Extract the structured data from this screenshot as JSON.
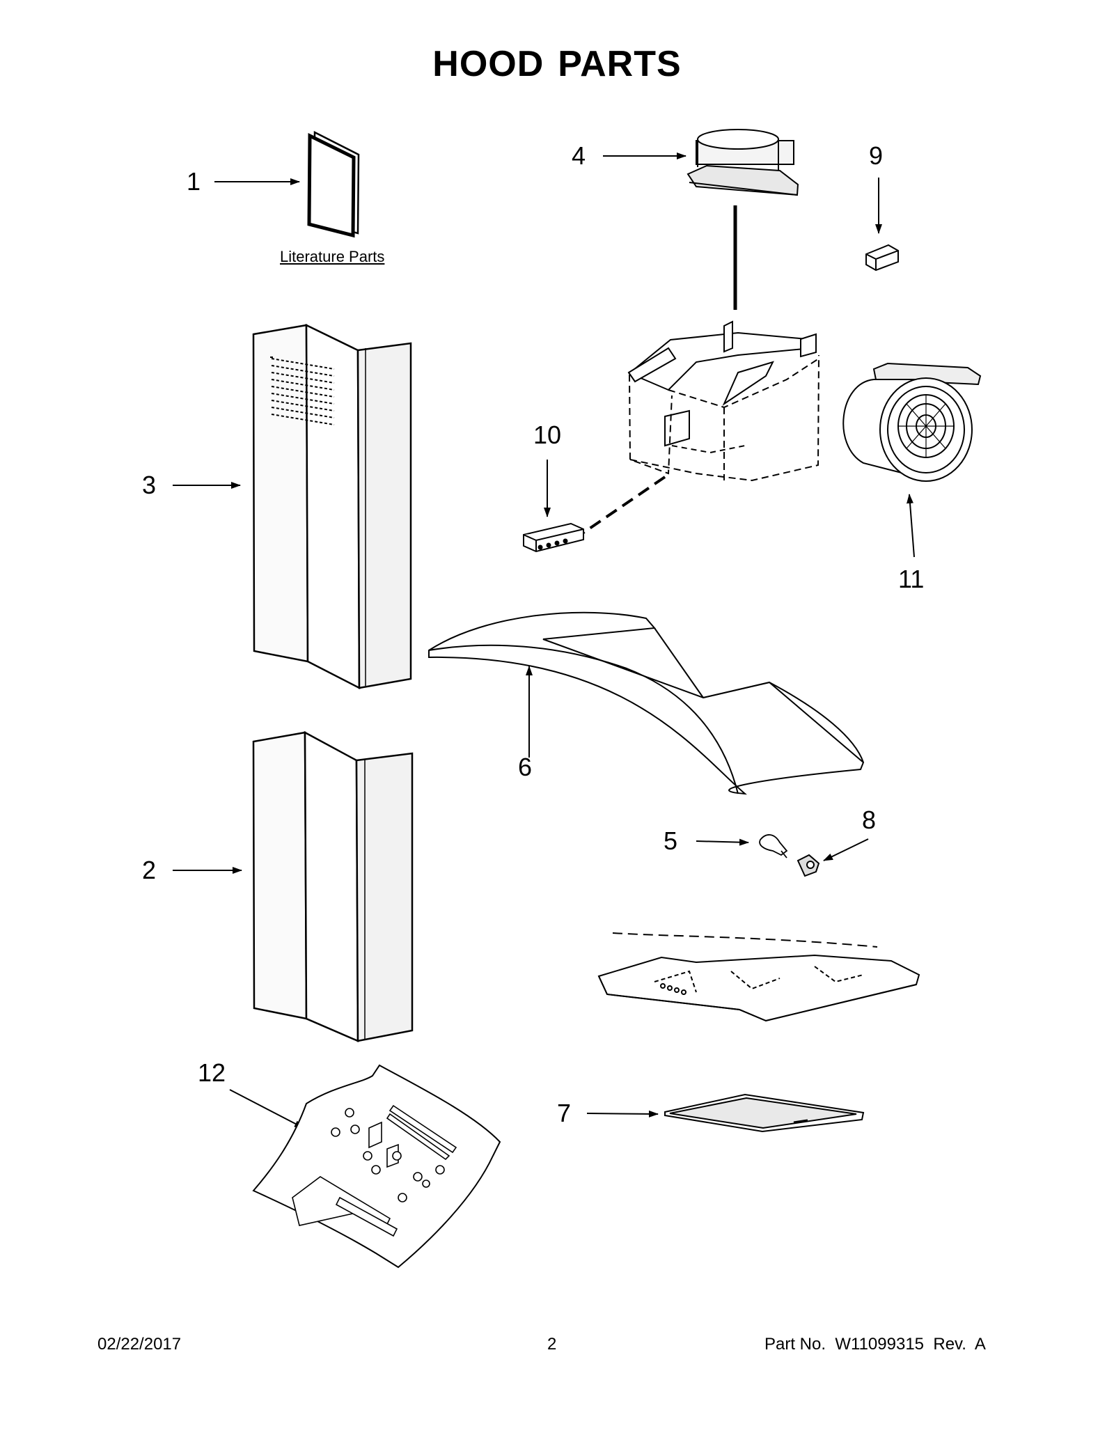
{
  "title": {
    "word1": "HOOD",
    "word2": "PARTS"
  },
  "literature_label": "Literature Parts",
  "callouts": {
    "c1": "1",
    "c2": "2",
    "c3": "3",
    "c4": "4",
    "c5": "5",
    "c6": "6",
    "c7": "7",
    "c8": "8",
    "c9": "9",
    "c10": "10",
    "c11": "11",
    "c12": "12"
  },
  "footer": {
    "date": "02/22/2017",
    "page": "2",
    "part_no": "Part No.  W11099315  Rev.  A"
  }
}
